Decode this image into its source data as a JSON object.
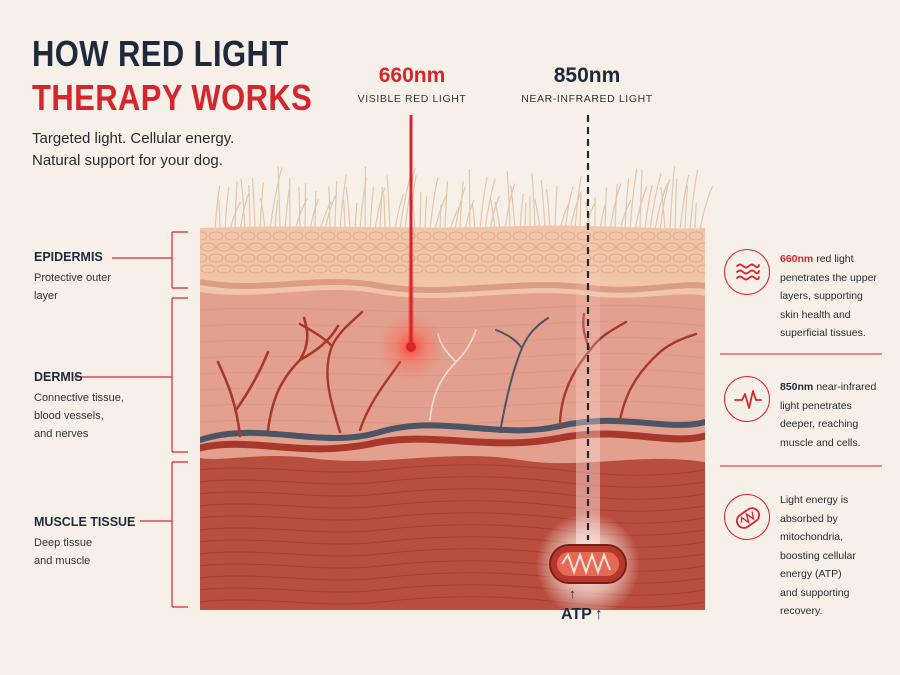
{
  "header": {
    "title_line1": "HOW RED LIGHT",
    "title_line2": "THERAPY WORKS",
    "tagline_line1": "Targeted light. Cellular energy.",
    "tagline_line2": "Natural support for your dog."
  },
  "wavelengths": [
    {
      "value": "660nm",
      "label": "VISIBLE RED LIGHT",
      "color": "#d5262e"
    },
    {
      "value": "850nm",
      "label": "NEAR-INFRARED LIGHT",
      "color": "#1e2a3c"
    }
  ],
  "layers": [
    {
      "name": "EPIDERMIS",
      "desc_line1": "Protective outer",
      "desc_line2": "layer",
      "desc_line3": ""
    },
    {
      "name": "DERMIS",
      "desc_line1": "Connective tissue,",
      "desc_line2": "blood vessels,",
      "desc_line3": "and nerves"
    },
    {
      "name": "MUSCLE TISSUE",
      "desc_line1": "Deep tissue",
      "desc_line2": "and muscle",
      "desc_line3": ""
    }
  ],
  "info": [
    {
      "icon": "wave-lines-icon",
      "strong": "660nm",
      "l1": " red light",
      "l2": "penetrates the upper",
      "l3": "layers, supporting",
      "l4": "skin health and",
      "l5": "superficial tissues.",
      "l6": ""
    },
    {
      "icon": "pulse-wave-icon",
      "strong": "850nm",
      "l1": " near-infrared",
      "l2": "light penetrates",
      "l3": "deeper, reaching",
      "l4": "muscle and cells.",
      "l5": "",
      "l6": ""
    },
    {
      "icon": "mitochondria-icon",
      "strong": "",
      "l1": "Light energy is",
      "l2": "absorbed by",
      "l3": "mitochondria,",
      "l4": "boosting cellular",
      "l5": "energy (ATP)",
      "l6": "and supporting",
      "l7": "recovery."
    }
  ],
  "atp": {
    "label": "ATP",
    "arrow": "↑"
  },
  "colors": {
    "accent_red": "#d5262e",
    "navy": "#1e2a3c",
    "background": "#f6f0e8",
    "epidermis": "#f1c6a8",
    "dermis": "#e3a08e",
    "muscle": "#b94e3e"
  }
}
